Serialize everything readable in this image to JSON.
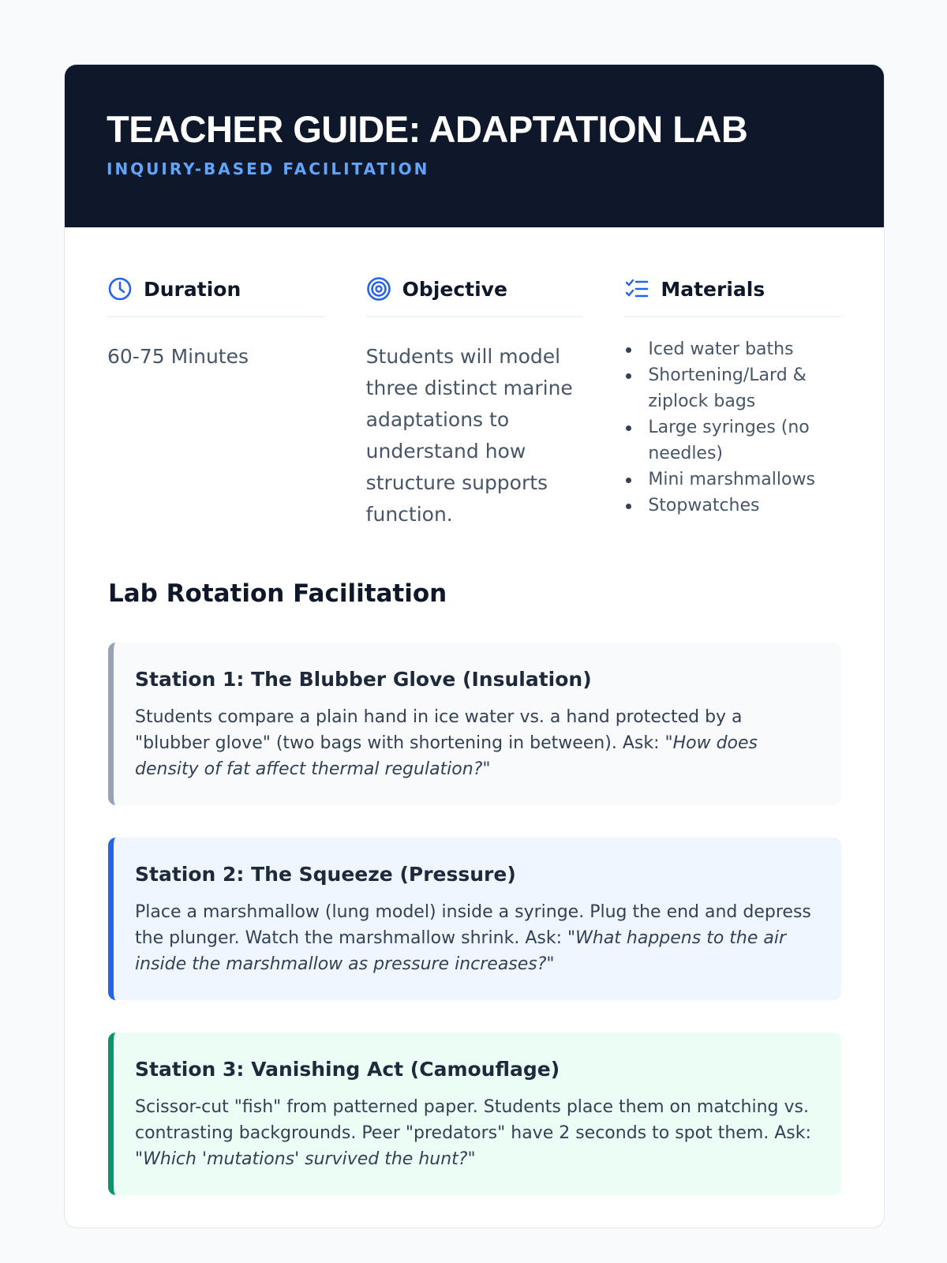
{
  "header": {
    "title": "TEACHER GUIDE: ADAPTATION LAB",
    "subtitle": "INQUIRY-BASED FACILITATION"
  },
  "overview": {
    "duration": {
      "label": "Duration",
      "icon": "clock-icon",
      "value": "60-75 Minutes"
    },
    "objective": {
      "label": "Objective",
      "icon": "target-icon",
      "value": "Students will model three distinct marine adaptations to understand how structure supports function."
    },
    "materials": {
      "label": "Materials",
      "icon": "checklist-icon",
      "items": [
        "Iced water baths",
        "Shortening/Lard & ziplock bags",
        "Large syringes (no needles)",
        "Mini marshmallows",
        "Stopwatches"
      ]
    }
  },
  "section_title": "Lab Rotation Facilitation",
  "stations": [
    {
      "title": "Station 1: The Blubber Glove (Insulation)",
      "text": "Students compare a plain hand in ice water vs. a hand protected by a \"blubber glove\" (two bags with shortening in between). Ask: ",
      "question": "\"How does density of fat affect thermal regulation?\""
    },
    {
      "title": "Station 2: The Squeeze (Pressure)",
      "text": "Place a marshmallow (lung model) inside a syringe. Plug the end and depress the plunger. Watch the marshmallow shrink. Ask: ",
      "question": "\"What happens to the air inside the marshmallow as pressure increases?\""
    },
    {
      "title": "Station 3: Vanishing Act (Camouflage)",
      "text": "Scissor-cut \"fish\" from patterned paper. Students place them on matching vs. contrasting backgrounds. Peer \"predators\" have 2 seconds to spot them. Ask: ",
      "question": "\"Which 'mutations' survived the hunt?\""
    }
  ],
  "colors": {
    "header_bg": "#0f172a",
    "accent": "#2563eb",
    "subtitle": "#60a5fa",
    "station1": "#94a3b8",
    "station2": "#2563eb",
    "station3": "#059669"
  }
}
